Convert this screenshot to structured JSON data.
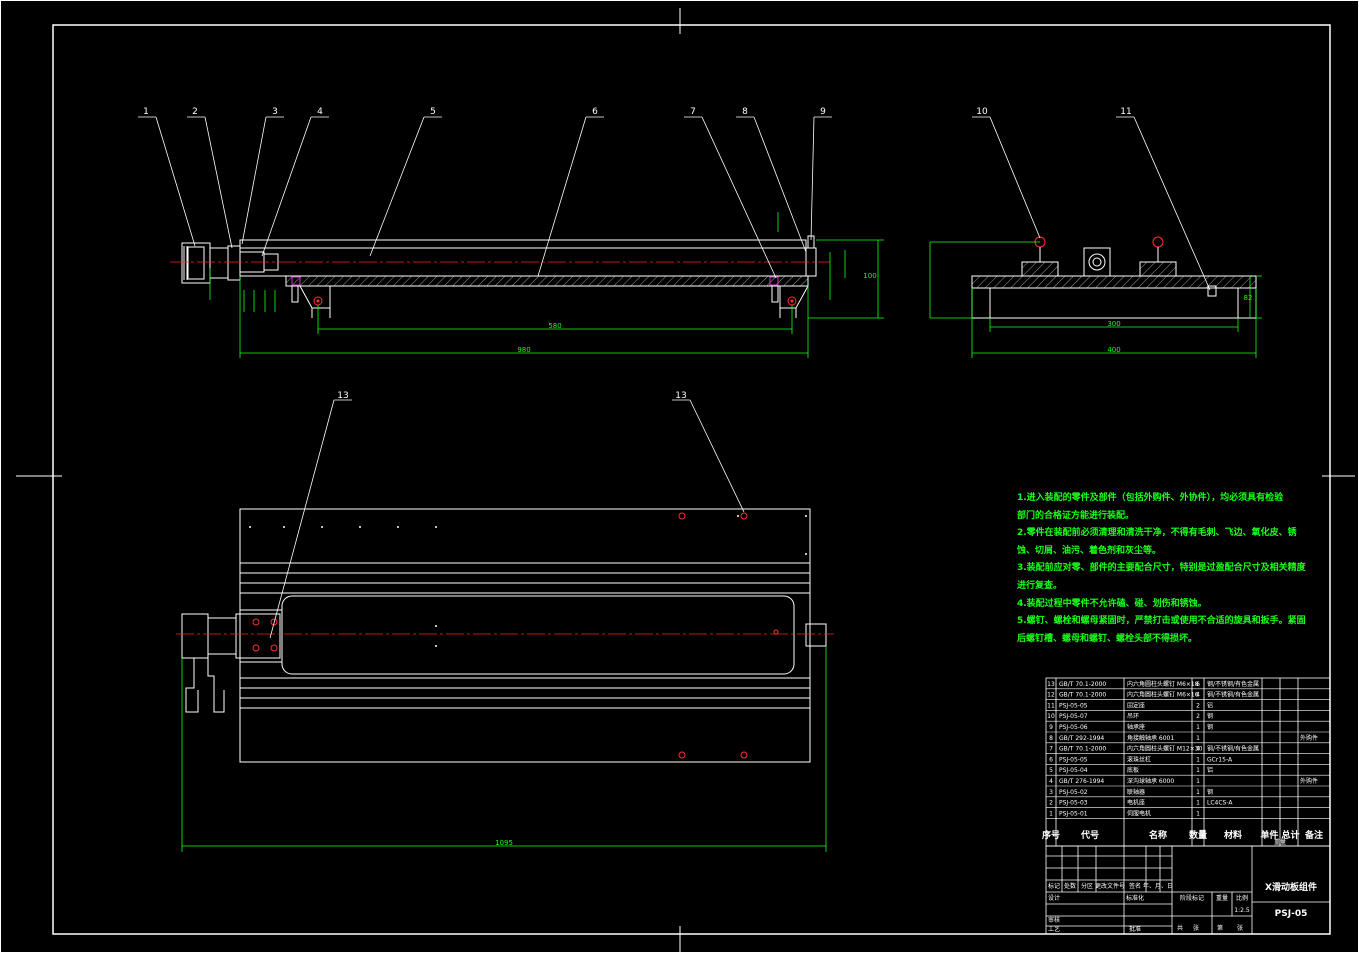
{
  "colors": {
    "background": "#000000",
    "lines": "#ffffff",
    "dimensions": "#19ff19",
    "centerline": "#ff2020",
    "fasteners": "#ff3030",
    "accents": "#cc33cc"
  },
  "balloons": [
    "1",
    "2",
    "3",
    "4",
    "5",
    "6",
    "7",
    "8",
    "9",
    "10",
    "11",
    "13",
    "13"
  ],
  "notes": [
    "1.进入装配的零件及部件（包括外购件、外协件），均必须具有检验",
    "部门的合格证方能进行装配。",
    "2.零件在装配前必须清理和清洗干净，不得有毛刺、飞边、氧化皮、锈",
    "蚀、切屑、油污、着色剂和灰尘等。",
    "3.装配前应对零、部件的主要配合尺寸，特别是过盈配合尺寸及相关精度",
    "进行复查。",
    "4.装配过程中零件不允许磕、碰、划伤和锈蚀。",
    "5.螺钉、螺栓和螺母紧固时，严禁打击或使用不合适的旋具和扳手。紧固",
    "后螺钉槽、螺母和螺钉、螺栓头部不得损坏。"
  ],
  "bom": [
    {
      "no": "13",
      "code": "GB/T 70.1-2000",
      "name": "内六角圆柱头螺钉 M6×18",
      "qty": "6",
      "material": "钢/不锈钢/有色金属",
      "note": ""
    },
    {
      "no": "12",
      "code": "GB/T 70.1-2000",
      "name": "内六角圆柱头螺钉 M6×16",
      "qty": "4",
      "material": "钢/不锈钢/有色金属",
      "note": ""
    },
    {
      "no": "11",
      "code": "PSJ-05-05",
      "name": "固定座",
      "qty": "2",
      "material": "铝",
      "note": ""
    },
    {
      "no": "10",
      "code": "PSJ-05-07",
      "name": "吊环",
      "qty": "2",
      "material": "钢",
      "note": ""
    },
    {
      "no": "9",
      "code": "PSJ-05-06",
      "name": "轴承座",
      "qty": "1",
      "material": "钢",
      "note": ""
    },
    {
      "no": "8",
      "code": "GB/T 292-1994",
      "name": "角接触轴承 6001",
      "qty": "1",
      "material": "",
      "note": "外购件"
    },
    {
      "no": "7",
      "code": "GB/T 70.1-2000",
      "name": "内六角圆柱头螺钉 M12×30",
      "qty": "4",
      "material": "钢/不锈钢/有色金属",
      "note": ""
    },
    {
      "no": "6",
      "code": "PSJ-05-05",
      "name": "滚珠丝杠",
      "qty": "1",
      "material": "GCr15-A",
      "note": ""
    },
    {
      "no": "5",
      "code": "PSJ-05-04",
      "name": "底板",
      "qty": "1",
      "material": "铝",
      "note": ""
    },
    {
      "no": "4",
      "code": "GB/T 276-1994",
      "name": "深沟球轴承 6000",
      "qty": "1",
      "material": "",
      "note": "外购件"
    },
    {
      "no": "3",
      "code": "PSJ-05-02",
      "name": "联轴器",
      "qty": "1",
      "material": "钢",
      "note": ""
    },
    {
      "no": "2",
      "code": "PSJ-05-03",
      "name": "电机座",
      "qty": "1",
      "material": "LC4CS-A",
      "note": ""
    },
    {
      "no": "1",
      "code": "PSJ-05-01",
      "name": "伺服电机",
      "qty": "1",
      "material": "",
      "note": ""
    }
  ],
  "bom_header": {
    "no": "序号",
    "code": "代号",
    "name": "名称",
    "qty": "数量",
    "material": "材料",
    "unit": "单件 总计",
    "weight": "重量",
    "note": "备注"
  },
  "title_block": {
    "title": "X滑动板组件",
    "drawing_no": "PSJ-05",
    "scale": "1:2.5",
    "labels": [
      "标记",
      "处数",
      "分区",
      "更改文件号",
      "签名",
      "年、月、日",
      "设计",
      "标准化",
      "阶段标记",
      "重量",
      "比例",
      "审核",
      "工艺",
      "批准",
      "共",
      "张",
      "第",
      "张"
    ]
  },
  "dims": {
    "front_length": "980",
    "front_inner": "580",
    "front_height": "100",
    "side_width": "400",
    "side_inner": "300",
    "side_height": "82",
    "top_length": "1095"
  }
}
